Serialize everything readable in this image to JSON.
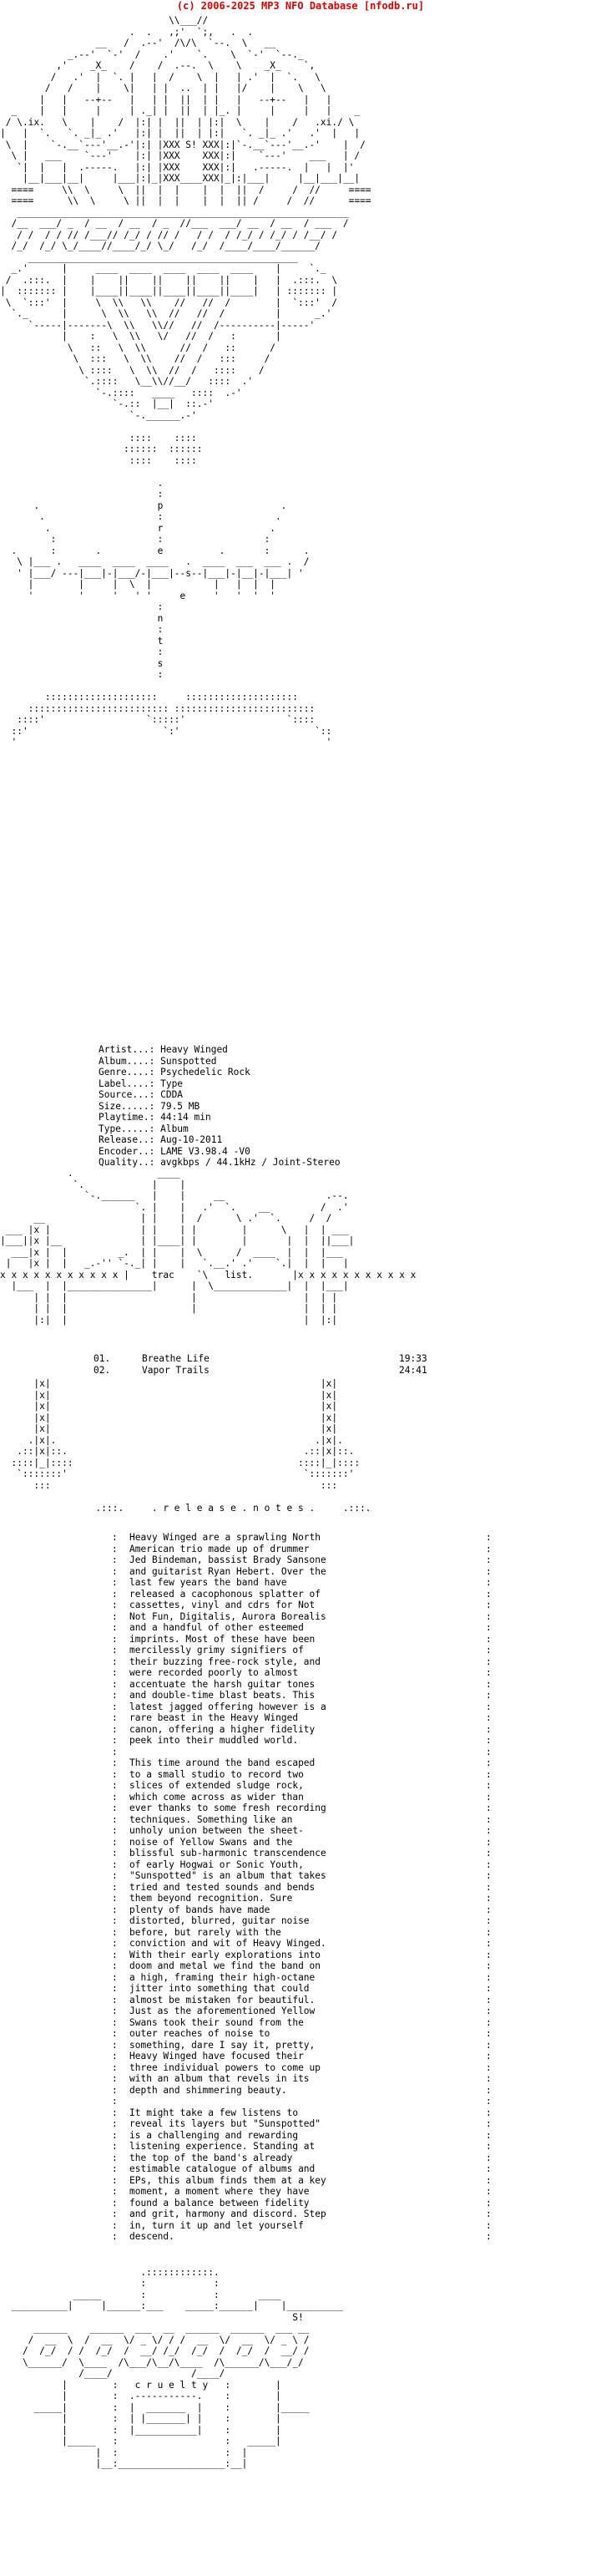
{
  "header": "(c) 2006-2025 MP3 NFO Database [nfodb.ru]",
  "art_top": [
    "                              \\\\___//",
    "                       .  .   ,;'  `;,   .  .",
    "                 __   /  .--'  /\\/\\  `--.  \\   __",
    "            _.--'  `-'  /    .'    `.    \\  `-'  `--._",
    "          ,'    _X_    /    /  .--.  \\    \\    _X_    `,",
    "         /   .'  |  `. |   |  /    \\  |   | .'  |  `.   \\",
    "        /   /    |    \\|   | |  ..  | |   |/    |    \\   \\",
    "       |   |   --+--   |   | |  ||  | |   |   --+--   |   |",
    "  _    |   |     |     | ._| |  ||  | |_. |     |     |   |    _",
    " / \\.ix.   \\    |    /  |:| |  ||  | |:|  \\    |    /   .xi./ \\",
    "|   |  `.   `. _|_ .'   |:| |  ||  | |:|   `. _|_ .'   .'  |   |",
    " \\  |    `-.__`---'__.-'|:| |XXX S! XXX|:|`-.__`---'__.-'    |  /",
    "  \\ |   ___    `---'    |:| |XXX    XXX|:|    `---'    ___   | /",
    "   `|  |   |  .-----.   |:| |XXX    XXX|:|   .-----.  |   |  |'",
    "    |__|___|__|     |___|:|_|XXX____XXX|_|:|___|     |__|___|__|",
    "  ====     \\\\  \\     \\  ||  |  |    |  |  ||  /     /  //     ====",
    "  ====      \\\\  \\     \\ ||  |  |    |  |  || /     /  //      ====",
    "   ___________________________________________________________",
    "  /__  ___/ _  / __  / __  / _  //___  ___/ __  / __  / ___  /",
    "   / /  / / // /___// /_/ / // /   / /  / /_/ / /_/ / /__/ /",
    "  /_/  /_/ \\_/____//____/_/ \\_/   /_/  /____/____/______/",
    "     ________________________________________________",
    "  _.'      |     ____  ____  ____  ____  ____    |     `._",
    " /  .:::.  |    |    ||    ||    ||    ||    |   |  .:::.  \\",
    "|  ::::::: |    |____||____||____||____||____|   | ::::::: |",
    " \\  `:::'  |     \\  \\\\   \\\\    //   //  /        |  `:::'  /",
    "  `._      |      \\  \\\\   \\\\  //   //  /         |      _.'",
    "     `-----|-------\\  \\\\   \\\\//   //  /----------|-----'",
    "           |    :   \\  \\\\   \\/   //  /   :       |",
    "            \\   ::   \\  \\\\      //  /   ::      /",
    "             \\  :::   \\  \\\\    //  /   :::     /",
    "              \\ ::::   \\  \\\\  //  /   ::::    /",
    "               `.::::   \\__\\\\//__/   ::::  .'",
    "                 `-.::::   ____   ::::  .-'",
    "                    `-.::  |__|  ::.-'",
    "                       `-.______.-'",
    "",
    "                       ::::    ::::",
    "                      ::::::  ::::::",
    "                       ::::    ::::",
    "",
    "                            .",
    "                            :",
    "      .                     p                     .",
    "       .                    :                    .",
    "        .                   r                   .",
    "         :                  :                  :",
    "  .      :       .          e          .       :      .",
    "   \\ |___ .   ____  ____  ____   .  ____  ___  ___ .  /",
    "   ' |___/ ---|___|-|___/-|___|--s--|___|-|__|-|___| '",
    "     |        |     |  \\  |           |   |  |  |",
    "     '        '     '   ' '     e     '   '  '  '",
    "                            :",
    "                            n",
    "                            :",
    "                            t",
    "                            :",
    "                            s",
    "                            :",
    "",
    "        ::::::::::::::::::::     ::::::::::::::::::::",
    "     ::::::::::::::::::::::::: :::::::::::::::::::::::::",
    "   ::::'                  `:::::'                  `::::",
    "  ::'                        `:'                        `::",
    "  '                                                       '"
  ],
  "info": [
    {
      "label": "Artist...:",
      "value": "Heavy Winged"
    },
    {
      "label": "Album....:",
      "value": "Sunspotted"
    },
    {
      "label": "Genre....:",
      "value": "Psychedelic Rock"
    },
    {
      "label": "Label....:",
      "value": "Type"
    },
    {
      "label": "Source...:",
      "value": "CDDA"
    },
    {
      "label": "Size.....:",
      "value": "79.5 MB"
    },
    {
      "label": "Playtime.:",
      "value": "44:14 min"
    },
    {
      "label": "Type.....:",
      "value": "Album"
    },
    {
      "label": "Release..:",
      "value": "Aug-10-2011"
    },
    {
      "label": "Encoder..:",
      "value": "LAME V3.98.4 -V0"
    },
    {
      "label": "Quality..:",
      "value": "avgkbps / 44.1kHz / Joint-Stereo"
    }
  ],
  "art_mid": [
    "            .               ____",
    "             `.            |    |",
    "               `-.______   |    |     __                  .--.",
    "                        `. |    |   .'  `.    __         /  .'",
    "      __                 | |    |  /      \\ .'  `.     /  /",
    " ___ |x |                | |    | |        |      \\   |  | ___",
    "|___||x |__              | |____| |        |       |  |  ||___|",
    "  ___|x |  |         _.  | |    |  \\      /  ____  |  |  |___",
    " |   |x |  |   _.-'' `-._| |    |   `.__.' .'    `.|  |  |   |",
    "x x x x x x x x x x x |    trac    `\\   list.       |x x x x x x x x x x x",
    "  |___  |  |_______________|      |  \\_____________|  |  |___|",
    "      | |  |                      |                   |  | |",
    "      | |  |                      |                   |  | |",
    "      |:|  |                                          |  |:|"
  ],
  "tracks": [
    {
      "num": "01.",
      "title": "Breathe Life",
      "time": "19:33"
    },
    {
      "num": "02.",
      "title": "Vapor Trails",
      "time": "24:41"
    }
  ],
  "art_mid2": [
    "      |x|                                                |x|",
    "      |x|                                                |x|",
    "      |x|                                                |x|",
    "      |x|                                                |x|",
    "      |x|                                                |x|",
    "     .|x|.                                              .|x|.",
    "   .::|x|::.                                          .::|x|::.",
    "  ::::|_|::::                                        ::::|_|::::",
    "   `:::::::'                                          `:::::::'",
    "      :::                                                :::",
    "",
    "                 .:::.     . r e l e a s e . n o t e s .     .:::."
  ],
  "notes": [
    "Heavy Winged are a sprawling North",
    "American trio made up of drummer",
    "Jed Bindeman, bassist Brady Sansone",
    "and guitarist Ryan Hebert. Over the",
    "last few years the band have",
    "released a cacophonous splatter of",
    "cassettes, vinyl and cdrs for Not",
    "Not Fun, Digitalis, Aurora Borealis",
    "and a handful of other esteemed",
    "imprints. Most of these have been",
    "mercilessly grimy signifiers of",
    "their buzzing free-rock style, and",
    "were recorded poorly to almost",
    "accentuate the harsh guitar tones",
    "and double-time blast beats. This",
    "latest jagged offering however is a",
    "rare beast in the Heavy Winged",
    "canon, offering a higher fidelity",
    "peek into their muddled world.",
    "",
    "This time around the band escaped",
    "to a small studio to record two",
    "slices of extended sludge rock,",
    "which come across as wider than",
    "ever thanks to some fresh recording",
    "techniques. Something like an",
    "unholy union between the sheet-",
    "noise of Yellow Swans and the",
    "blissful sub-harmonic transcendence",
    "of early Hogwai or Sonic Youth,",
    "\"Sunspotted\" is an album that takes",
    "tried and tested sounds and bends",
    "them beyond recognition. Sure",
    "plenty of bands have made",
    "distorted, blurred, guitar noise",
    "before, but rarely with the",
    "conviction and wit of Heavy Winged.",
    "With their early explorations into",
    "doom and metal we find the band on",
    "a high, framing their high-octane",
    "jitter into something that could",
    "almost be mistaken for beautiful.",
    "Just as the aforementioned Yellow",
    "Swans took their sound from the",
    "outer reaches of noise to",
    "something, dare I say it, pretty,",
    "Heavy Winged have focused their",
    "three individual powers to come up",
    "with an album that revels in its",
    "depth and shimmering beauty.",
    "",
    "It might take a few listens to",
    "reveal its layers but \"Sunspotted\"",
    "is a challenging and rewarding",
    "listening experience. Standing at",
    "the top of the band's already",
    "estimable catalogue of albums and",
    "EPs, this album finds them at a key",
    "moment, a moment where they have",
    "found a balance between fidelity",
    "and grit, harmony and discord. Step",
    "in, turn it up and let yourself",
    "descend."
  ],
  "art_bottom": [
    "",
    "                         .::::::::::::.",
    "                         :            :",
    "             _____       :            :       ____",
    "  __________|     |______:___    _____:______|    |__________",
    "                                                    S!",
    "      ______    ______  ___  __  ______  ______  ___ __",
    "     /  __  \\  /  __  \\/ _ \\/ / /  __  \\/  __  \\/ _ \\ /",
    "    /  /_/  / /  /_/  /  __/ /_/  /_/  /  /_/  /  __/ /",
    "    \\______/  \\____  /\\___/\\__/\\____  /\\______/\\___/_/",
    "              /____/              /____/",
    "           |        :   c r u e l t y   :        |",
    "           |        :  .-----------.    :        |",
    "      _____|        :  |  _______  |    :        |_____",
    "           |        :  | |_______| |    :        |",
    "           |        :  |___________|    :        |",
    "           |_____   :                   :   _____|",
    "                 |  :                   :  |",
    "                 |__:___________________:__|"
  ]
}
